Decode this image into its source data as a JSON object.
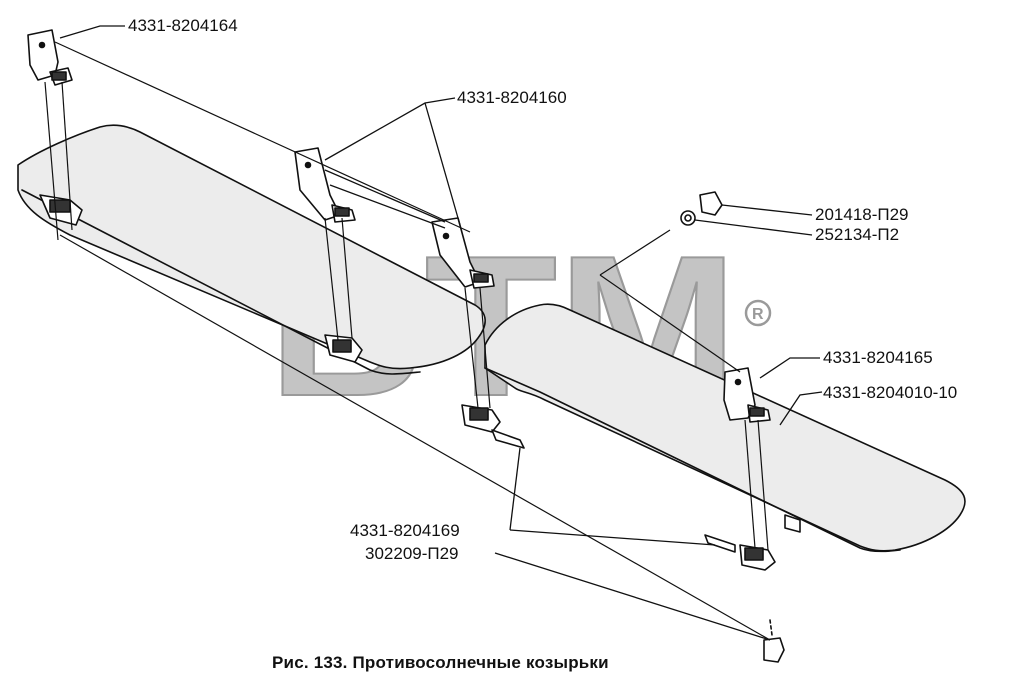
{
  "labels": {
    "p4331_8204164": "4331-8204164",
    "p4331_8204160": "4331-8204160",
    "p201418": "201418-П29",
    "p252134": "252134-П2",
    "p4331_8204165": "4331-8204165",
    "p4331_8204010": "4331-8204010-10",
    "p4331_8204169": "4331-8204169",
    "p302209": "302209-П29"
  },
  "caption": "Рис. 133. Противосолнечные козырьки",
  "watermark": {
    "text": "BTM",
    "registered": "®",
    "color": "#b8b8b8"
  },
  "colors": {
    "line": "#111111",
    "panel_fill": "#e9e9e9",
    "background": "#ffffff"
  }
}
